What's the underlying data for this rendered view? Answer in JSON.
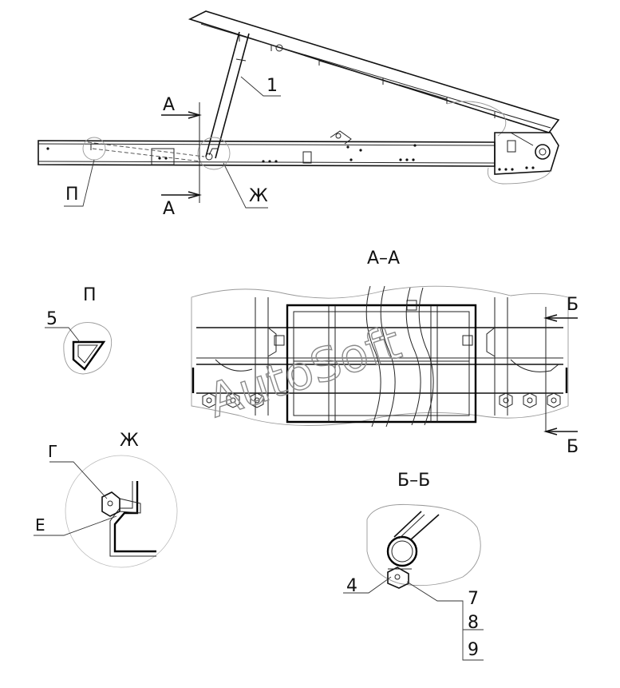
{
  "labels": {
    "callout_1": "1",
    "section_a_top": "А",
    "section_a_bottom": "А",
    "detail_p_ref": "П",
    "detail_zh_ref": "Ж",
    "section_aa_title": "А–А",
    "section_b_top": "Б",
    "section_b_bottom": "Б",
    "detail_p_title": "П",
    "callout_5": "5",
    "detail_zh_title": "Ж",
    "callout_g": "Г",
    "callout_e": "Е",
    "section_bb_title": "Б–Б",
    "callout_4": "4",
    "callout_7": "7",
    "callout_8": "8",
    "callout_9": "9"
  },
  "watermark": "AutoSoft",
  "colors": {
    "line": "#111111",
    "background": "#ffffff",
    "watermark": "#8a8a8a"
  }
}
